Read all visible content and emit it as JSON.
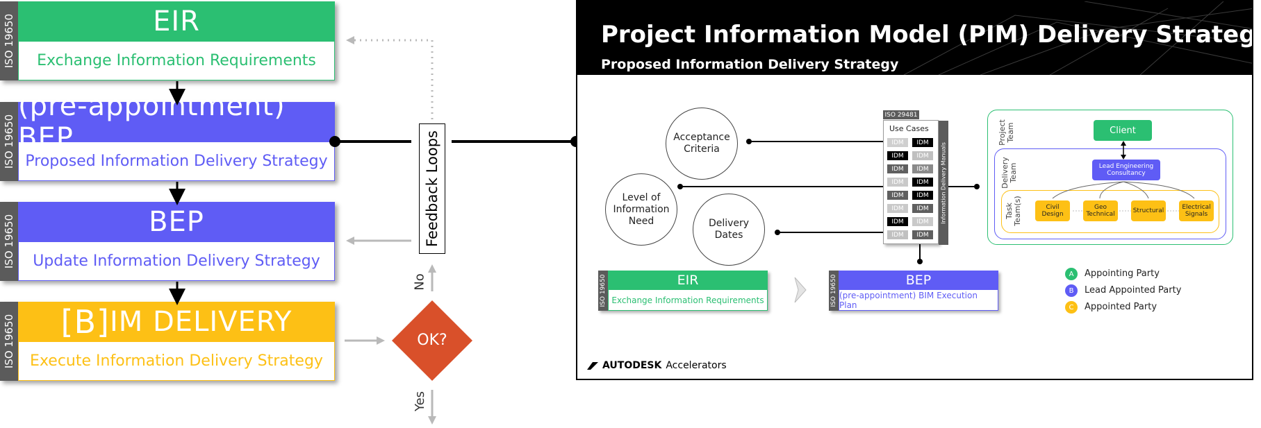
{
  "colors": {
    "green": "#2bbf72",
    "blue": "#5f5cf5",
    "yellow": "#fdc015",
    "red": "#d9502a",
    "gray": "#5b5b5b",
    "lightgray": "#b9b9b9"
  },
  "iso_label": "ISO 19650",
  "cards": [
    {
      "title": "EIR",
      "subtitle": "Exchange Information Requirements"
    },
    {
      "title": "(pre-appointment) BEP",
      "subtitle": "Proposed Information Delivery Strategy"
    },
    {
      "title": "BEP",
      "subtitle": "Update Information Delivery Strategy"
    },
    {
      "title_bracket": "[B]",
      "title_rest": "IM DELIVERY",
      "subtitle": "Execute Information Delivery Strategy"
    }
  ],
  "feedback_loops": "Feedback Loops",
  "decision": {
    "label": "OK?",
    "no": "No",
    "yes": "Yes"
  },
  "panel": {
    "title": "Project Information Model (PIM) Delivery Strategy",
    "subtitle": "Proposed Information Delivery Strategy",
    "circles": {
      "acceptance": "Acceptance Criteria",
      "loin": "Level of Information Need",
      "delivery": "Delivery Dates"
    },
    "idm_panel": {
      "iso": "ISO 29481",
      "use_cases": "Use Cases",
      "idm": "IDM",
      "side_label": "Information Delivery Manuals"
    },
    "mini_cards": [
      {
        "title": "EIR",
        "subtitle": "Exchange Information Requirements"
      },
      {
        "title": "BEP",
        "subtitle": "(pre-appointment) BIM Execution Plan"
      }
    ],
    "teams": {
      "project_label": "Project Team",
      "delivery_label": "Delivery Team",
      "task_label": "Task Team(s)",
      "client": "Client",
      "lead": "Lead Engineering Consultancy",
      "tasks": [
        "Civil Design",
        "Geo Technical",
        "Structural",
        "Electrical Signals"
      ]
    },
    "legend": [
      {
        "key": "A",
        "label": "Appointing Party"
      },
      {
        "key": "B",
        "label": "Lead Appointed Party"
      },
      {
        "key": "C",
        "label": "Appointed Party"
      }
    ],
    "brand": {
      "name": "AUTODESK",
      "product": "Accelerators"
    }
  }
}
